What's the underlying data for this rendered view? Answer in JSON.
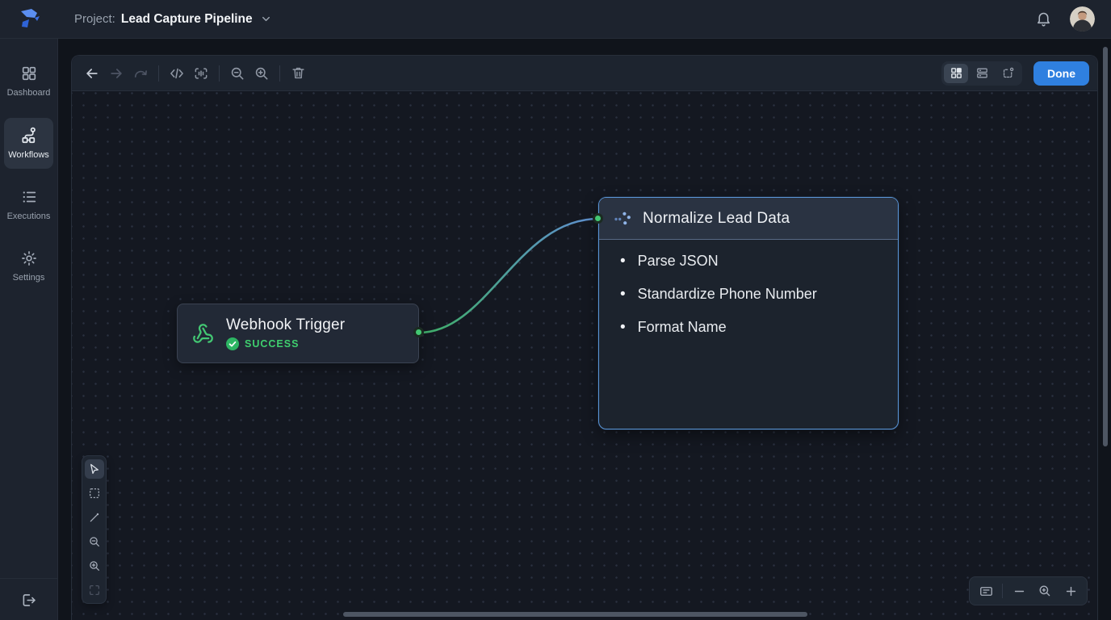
{
  "header": {
    "project_label": "Project:",
    "project_name": "Lead Capture Pipeline",
    "icons": [
      "app-logo",
      "chevron-down-icon",
      "bell-icon",
      "user-avatar"
    ]
  },
  "sidebar": {
    "items": [
      {
        "label": "Dashboard",
        "icon": "dashboard-icon",
        "active": false
      },
      {
        "label": "Workflows",
        "icon": "workflows-icon",
        "active": true
      },
      {
        "label": "Executions",
        "icon": "executions-icon",
        "active": false
      },
      {
        "label": "Settings",
        "icon": "settings-gear-icon",
        "active": false
      }
    ],
    "footer_icon": "logout-icon"
  },
  "toolbar": {
    "left_icons": [
      "back-arrow-icon",
      "forward-arrow-icon",
      "redo-arrow-icon",
      "code-icon",
      "scan-region-icon",
      "zoom-out-icon",
      "zoom-in-icon",
      "trash-icon"
    ],
    "view_toggles": [
      "grid-view-icon",
      "list-view-icon",
      "flow-view-icon"
    ],
    "active_view": "grid-view",
    "done_label": "Done"
  },
  "canvas": {
    "nodes": [
      {
        "title": "Webhook Trigger",
        "status": "SUCCESS",
        "icon": "webhook-icon",
        "selected": false
      },
      {
        "title": "Normalize Lead Data",
        "icon": "normalize-icon",
        "selected": true,
        "items": [
          "Parse JSON",
          "Standardize Phone Number",
          "Format Name"
        ]
      }
    ],
    "connections": [
      {
        "from": "Webhook Trigger",
        "to": "Normalize Lead Data"
      }
    ],
    "tool_palette": [
      "pointer-tool",
      "marquee-select-tool",
      "connector-tool",
      "zoom-out-tool",
      "zoom-in-tool",
      "fit-view-tool"
    ],
    "active_tool": "pointer-tool",
    "zoombar": [
      "minimap-toggle",
      "zoom-out-button",
      "zoom-search-button",
      "zoom-in-button"
    ]
  },
  "colors": {
    "accent_blue": "#2f80e0",
    "success_green": "#3fcf6e",
    "selection_border": "#5a96d8",
    "connection_gradient": [
      "#3fae68",
      "#5f8fd0"
    ]
  }
}
